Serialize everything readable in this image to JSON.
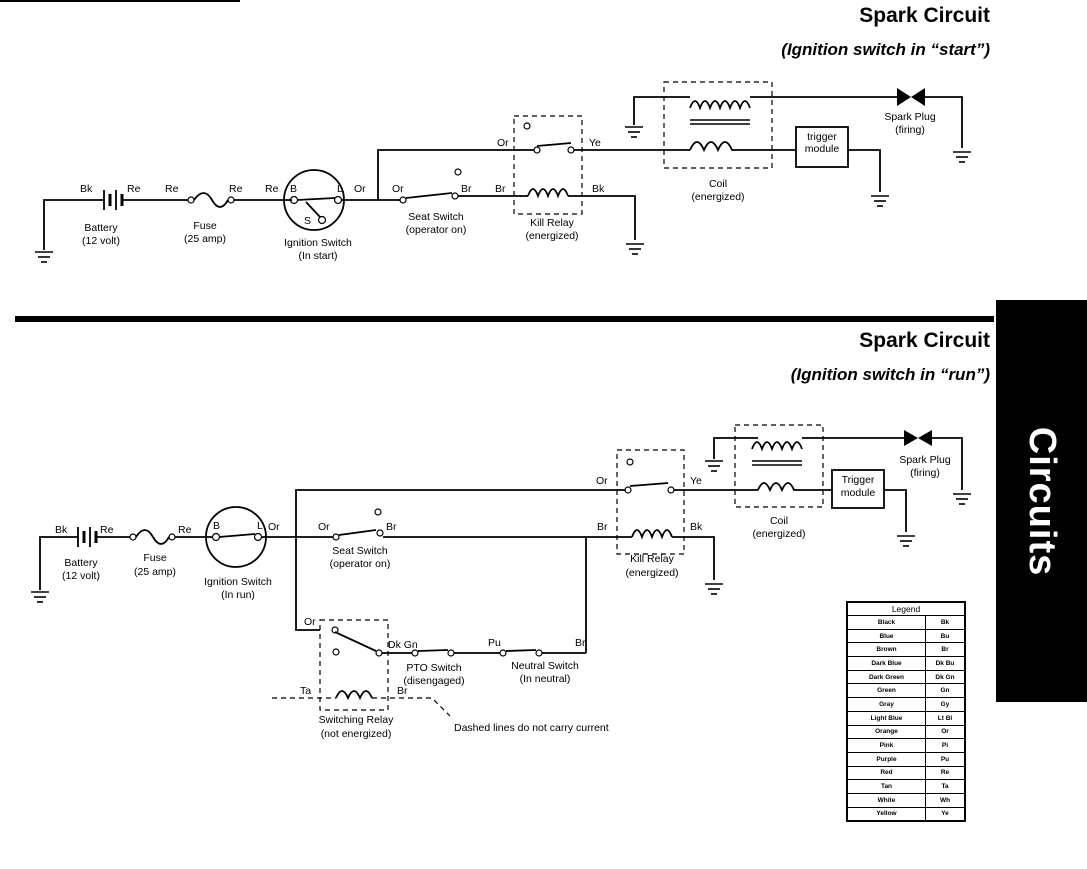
{
  "top": {
    "title": "Spark Circuit",
    "subtitle": "(Ignition switch in “start”)",
    "wire_labels": [
      "Bk",
      "Re",
      "Re",
      "Re",
      "Re",
      "Or",
      "Or",
      "Br",
      "Br",
      "Or",
      "Ye",
      "Bk"
    ],
    "terminals": {
      "b": "B",
      "l": "L",
      "s": "S"
    },
    "components": {
      "battery": [
        "Battery",
        "(12 volt)"
      ],
      "fuse": [
        "Fuse",
        "(25 amp)"
      ],
      "ignition": [
        "Ignition Switch",
        "(In start)"
      ],
      "seat": [
        "Seat Switch",
        "(operator on)"
      ],
      "kill": [
        "Kill Relay",
        "(energized)"
      ],
      "coil": [
        "Coil",
        "(energized)"
      ],
      "trigger": [
        "trigger",
        "module"
      ],
      "plug": [
        "Spark Plug",
        "(firing)"
      ]
    }
  },
  "bottom": {
    "title": "Spark Circuit",
    "subtitle": "(Ignition switch in “run”)",
    "wire_labels": [
      "Bk",
      "Re",
      "Re",
      "Or",
      "Or",
      "Br",
      "Or",
      "Ye",
      "Br",
      "Bk",
      "Or",
      "Dk Gn",
      "Pu",
      "Br",
      "Ta",
      "Br"
    ],
    "terminals": {
      "b": "B",
      "l": "L"
    },
    "components": {
      "battery": [
        "Battery",
        "(12 volt)"
      ],
      "fuse": [
        "Fuse",
        "(25 amp)"
      ],
      "ignition": [
        "Ignition Switch",
        "(In run)"
      ],
      "seat": [
        "Seat Switch",
        "(operator on)"
      ],
      "kill": [
        "Kill Relay",
        "(energized)"
      ],
      "coil": [
        "Coil",
        "(energized)"
      ],
      "trigger": [
        "Trigger",
        "module"
      ],
      "plug": [
        "Spark Plug",
        "(firing)"
      ],
      "pto": [
        "PTO Switch",
        "(disengaged)"
      ],
      "neutral": [
        "Neutral Switch",
        "(In neutral)"
      ],
      "switching": [
        "Switching Relay",
        "(not energized)"
      ]
    },
    "note": "Dashed lines do not carry current"
  },
  "side_tab": "Circuits",
  "legend": {
    "title": "Legend",
    "rows": [
      [
        "Black",
        "Bk"
      ],
      [
        "Blue",
        "Bu"
      ],
      [
        "Brown",
        "Br"
      ],
      [
        "Dark Blue",
        "Dk Bu"
      ],
      [
        "Dark Green",
        "Dk Gn"
      ],
      [
        "Green",
        "Gn"
      ],
      [
        "Gray",
        "Gy"
      ],
      [
        "Light Blue",
        "Lt Bl"
      ],
      [
        "Orange",
        "Or"
      ],
      [
        "Pink",
        "Pi"
      ],
      [
        "Purple",
        "Pu"
      ],
      [
        "Red",
        "Re"
      ],
      [
        "Tan",
        "Ta"
      ],
      [
        "White",
        "Wh"
      ],
      [
        "Yellow",
        "Ye"
      ]
    ]
  }
}
